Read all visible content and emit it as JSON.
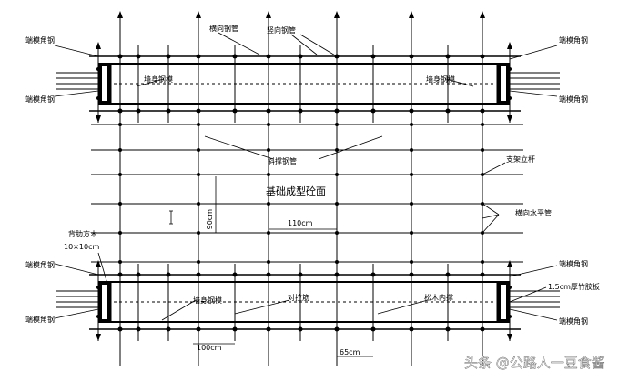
{
  "labels": {
    "corner_angle_steel": "端模角钢",
    "horizontal_steel_pipe": "横向钢管",
    "vertical_steel_pipe": "竖向钢管",
    "wall_steel_form": "墙身钢模",
    "diagonal_brace_pipe": "斜撑钢管",
    "support_pole": "支架立杆",
    "foundation_concrete": "基础成型砼面",
    "horizontal_level_pipe": "横向水平管",
    "back_rib_timber": "背肋方木",
    "timber_size": "10×10cm",
    "tie_bar": "对拉筋",
    "pine_inner_brace": "松木内撑",
    "bamboo_plywood": "1.5cm厚竹胶板"
  },
  "dimensions": {
    "height": "90cm",
    "width": "110cm",
    "spacing_bottom_left": "100cm",
    "spacing_bottom_center": "65cm"
  },
  "watermark": "头条 @公路人一豆食酱",
  "colors": {
    "line": "#000000",
    "background": "#ffffff"
  }
}
